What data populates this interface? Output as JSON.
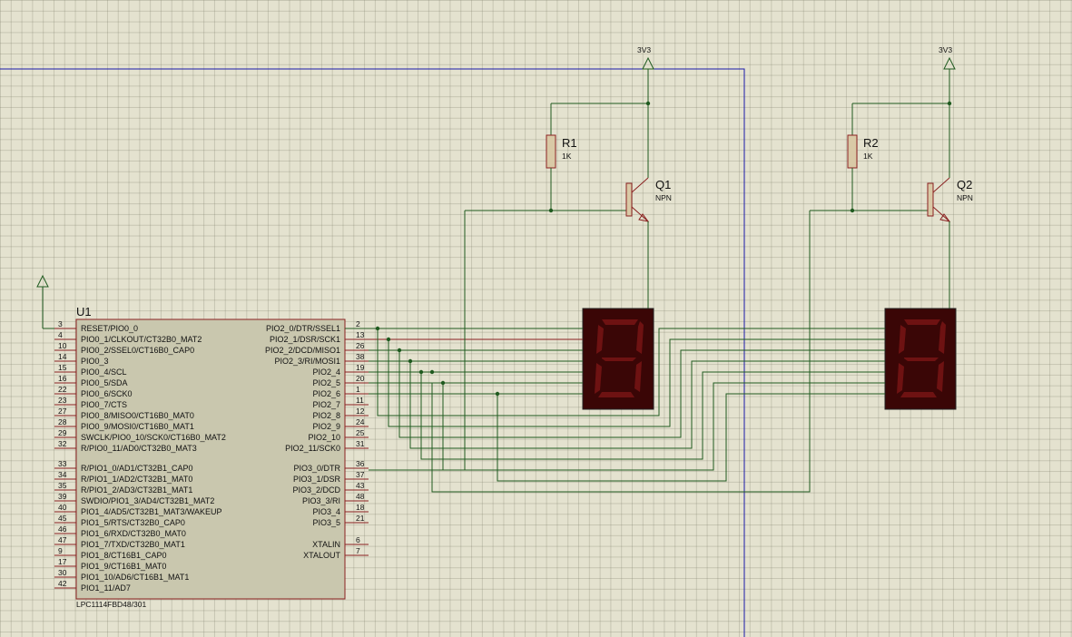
{
  "mcu": {
    "ref": "U1",
    "part": "LPC1114FBD48/301",
    "left_pins": [
      {
        "num": "3",
        "name": "RESET/PIO0_0"
      },
      {
        "num": "4",
        "name": "PIO0_1/CLKOUT/CT32B0_MAT2"
      },
      {
        "num": "10",
        "name": "PIO0_2/SSEL0/CT16B0_CAP0"
      },
      {
        "num": "14",
        "name": "PIO0_3"
      },
      {
        "num": "15",
        "name": "PIO0_4/SCL"
      },
      {
        "num": "16",
        "name": "PIO0_5/SDA"
      },
      {
        "num": "22",
        "name": "PIO0_6/SCK0"
      },
      {
        "num": "23",
        "name": "PIO0_7/CTS"
      },
      {
        "num": "27",
        "name": "PIO0_8/MISO0/CT16B0_MAT0"
      },
      {
        "num": "28",
        "name": "PIO0_9/MOSI0/CT16B0_MAT1"
      },
      {
        "num": "29",
        "name": "SWCLK/PIO0_10/SCK0/CT16B0_MAT2"
      },
      {
        "num": "32",
        "name": "R/PIO0_11/AD0/CT32B0_MAT3"
      },
      {
        "num": "33",
        "name": "R/PIO1_0/AD1/CT32B1_CAP0"
      },
      {
        "num": "34",
        "name": "R/PIO1_1/AD2/CT32B1_MAT0"
      },
      {
        "num": "35",
        "name": "R/PIO1_2/AD3/CT32B1_MAT1"
      },
      {
        "num": "39",
        "name": "SWDIO/PIO1_3/AD4/CT32B1_MAT2"
      },
      {
        "num": "40",
        "name": "PIO1_4/AD5/CT32B1_MAT3/WAKEUP"
      },
      {
        "num": "45",
        "name": "PIO1_5/RTS/CT32B0_CAP0"
      },
      {
        "num": "46",
        "name": "PIO1_6/RXD/CT32B0_MAT0"
      },
      {
        "num": "47",
        "name": "PIO1_7/TXD/CT32B0_MAT1"
      },
      {
        "num": "9",
        "name": "PIO1_8/CT16B1_CAP0"
      },
      {
        "num": "17",
        "name": "PIO1_9/CT16B1_MAT0"
      },
      {
        "num": "30",
        "name": "PIO1_10/AD6/CT16B1_MAT1"
      },
      {
        "num": "42",
        "name": "PIO1_11/AD7"
      }
    ],
    "right_pins": [
      {
        "num": "2",
        "name": "PIO2_0/DTR/SSEL1"
      },
      {
        "num": "13",
        "name": "PIO2_1/DSR/SCK1"
      },
      {
        "num": "26",
        "name": "PIO2_2/DCD/MISO1"
      },
      {
        "num": "38",
        "name": "PIO2_3/RI/MOSI1"
      },
      {
        "num": "19",
        "name": "PIO2_4"
      },
      {
        "num": "20",
        "name": "PIO2_5"
      },
      {
        "num": "1",
        "name": "PIO2_6"
      },
      {
        "num": "11",
        "name": "PIO2_7"
      },
      {
        "num": "12",
        "name": "PIO2_8"
      },
      {
        "num": "24",
        "name": "PIO2_9"
      },
      {
        "num": "25",
        "name": "PIO2_10"
      },
      {
        "num": "31",
        "name": "PIO2_11/SCK0"
      },
      {
        "num": "36",
        "name": "PIO3_0/DTR"
      },
      {
        "num": "37",
        "name": "PIO3_1/DSR"
      },
      {
        "num": "43",
        "name": "PIO3_2/DCD"
      },
      {
        "num": "48",
        "name": "PIO3_3/RI"
      },
      {
        "num": "18",
        "name": "PIO3_4"
      },
      {
        "num": "21",
        "name": "PIO3_5"
      },
      {
        "num": "6",
        "name": "XTALIN"
      },
      {
        "num": "7",
        "name": "XTALOUT"
      }
    ]
  },
  "resistors": [
    {
      "ref": "R1",
      "value": "1K"
    },
    {
      "ref": "R2",
      "value": "1K"
    }
  ],
  "transistors": [
    {
      "ref": "Q1",
      "type": "NPN"
    },
    {
      "ref": "Q2",
      "type": "NPN"
    }
  ],
  "power": [
    {
      "label": "3V3"
    },
    {
      "label": "3V3"
    }
  ],
  "colors": {
    "wire": "#1f5a1f",
    "component_outline": "#8a2020",
    "sheet_border": "#1a1aa8",
    "display_body": "#3a0606"
  }
}
